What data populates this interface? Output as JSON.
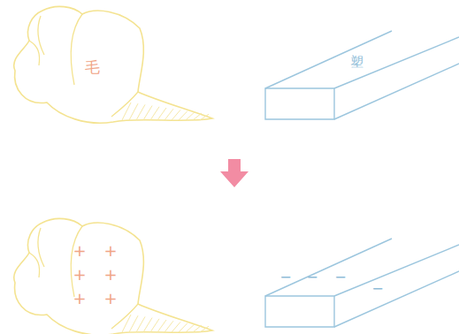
{
  "diagram": {
    "nodes": [
      {
        "text": [
          "毛"
        ]
      },
      {
        "text": [
          "塑"
        ]
      },
      {
        "text": [
          "+",
          "+",
          "+",
          "+",
          "+",
          "+"
        ]
      },
      {
        "text": [
          "−",
          "−",
          "−",
          "−"
        ]
      }
    ]
  }
}
